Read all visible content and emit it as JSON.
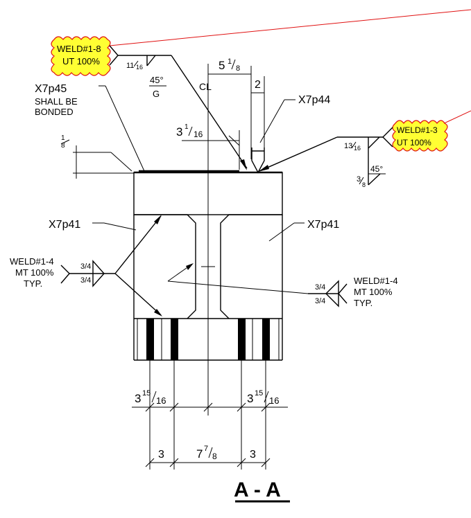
{
  "colors": {
    "line": "#000000",
    "revision_cloud_fill": "#ffff33",
    "revision_cloud_stroke": "#e01010"
  },
  "section_title": "A - A",
  "clouds": {
    "weld_1_8": {
      "line1": "WELD#1-8",
      "line2": "UT 100%"
    },
    "weld_1_3": {
      "line1": "WELD#1-3",
      "line2": "UT 100%"
    }
  },
  "top_left_weld": {
    "size_whole": "11",
    "size_den": "16",
    "angle": "45°",
    "finish": "G"
  },
  "top_right_weld": {
    "size_whole": "13",
    "size_den": "16",
    "angle": "45°",
    "root_num": "3",
    "root_den": "8"
  },
  "parts": {
    "x7p45": {
      "line1": "X7p45",
      "line2": "SHALL BE",
      "line3": "BONDED"
    },
    "x7p44": "X7p44",
    "x7p41_left": "X7p41",
    "x7p41_right": "X7p41"
  },
  "centerline": "CL",
  "dims": {
    "d5_1_8": {
      "whole": "5",
      "num": "1",
      "den": "8"
    },
    "d2": "2",
    "d3_1_16": {
      "whole": "3",
      "num": "1",
      "den": "16"
    },
    "d1_8": {
      "num": "1",
      "den": "8"
    },
    "d3_15_16_left": {
      "whole": "3",
      "num": "15",
      "den": "16"
    },
    "d3_15_16_right": {
      "whole": "3",
      "num": "15",
      "den": "16"
    },
    "d3_left": "3",
    "d7_7_8": {
      "whole": "7",
      "num": "7",
      "den": "8"
    },
    "d3_right": "3"
  },
  "weld_left": {
    "line1": "WELD#1-4",
    "line2": "MT 100%",
    "line3": "TYP.",
    "size_top": "3/4",
    "size_bottom": "3/4"
  },
  "weld_right": {
    "line1": "WELD#1-4",
    "line2": "MT 100%",
    "line3": "TYP.",
    "size_top": "3/4",
    "size_bottom": "3/4"
  }
}
